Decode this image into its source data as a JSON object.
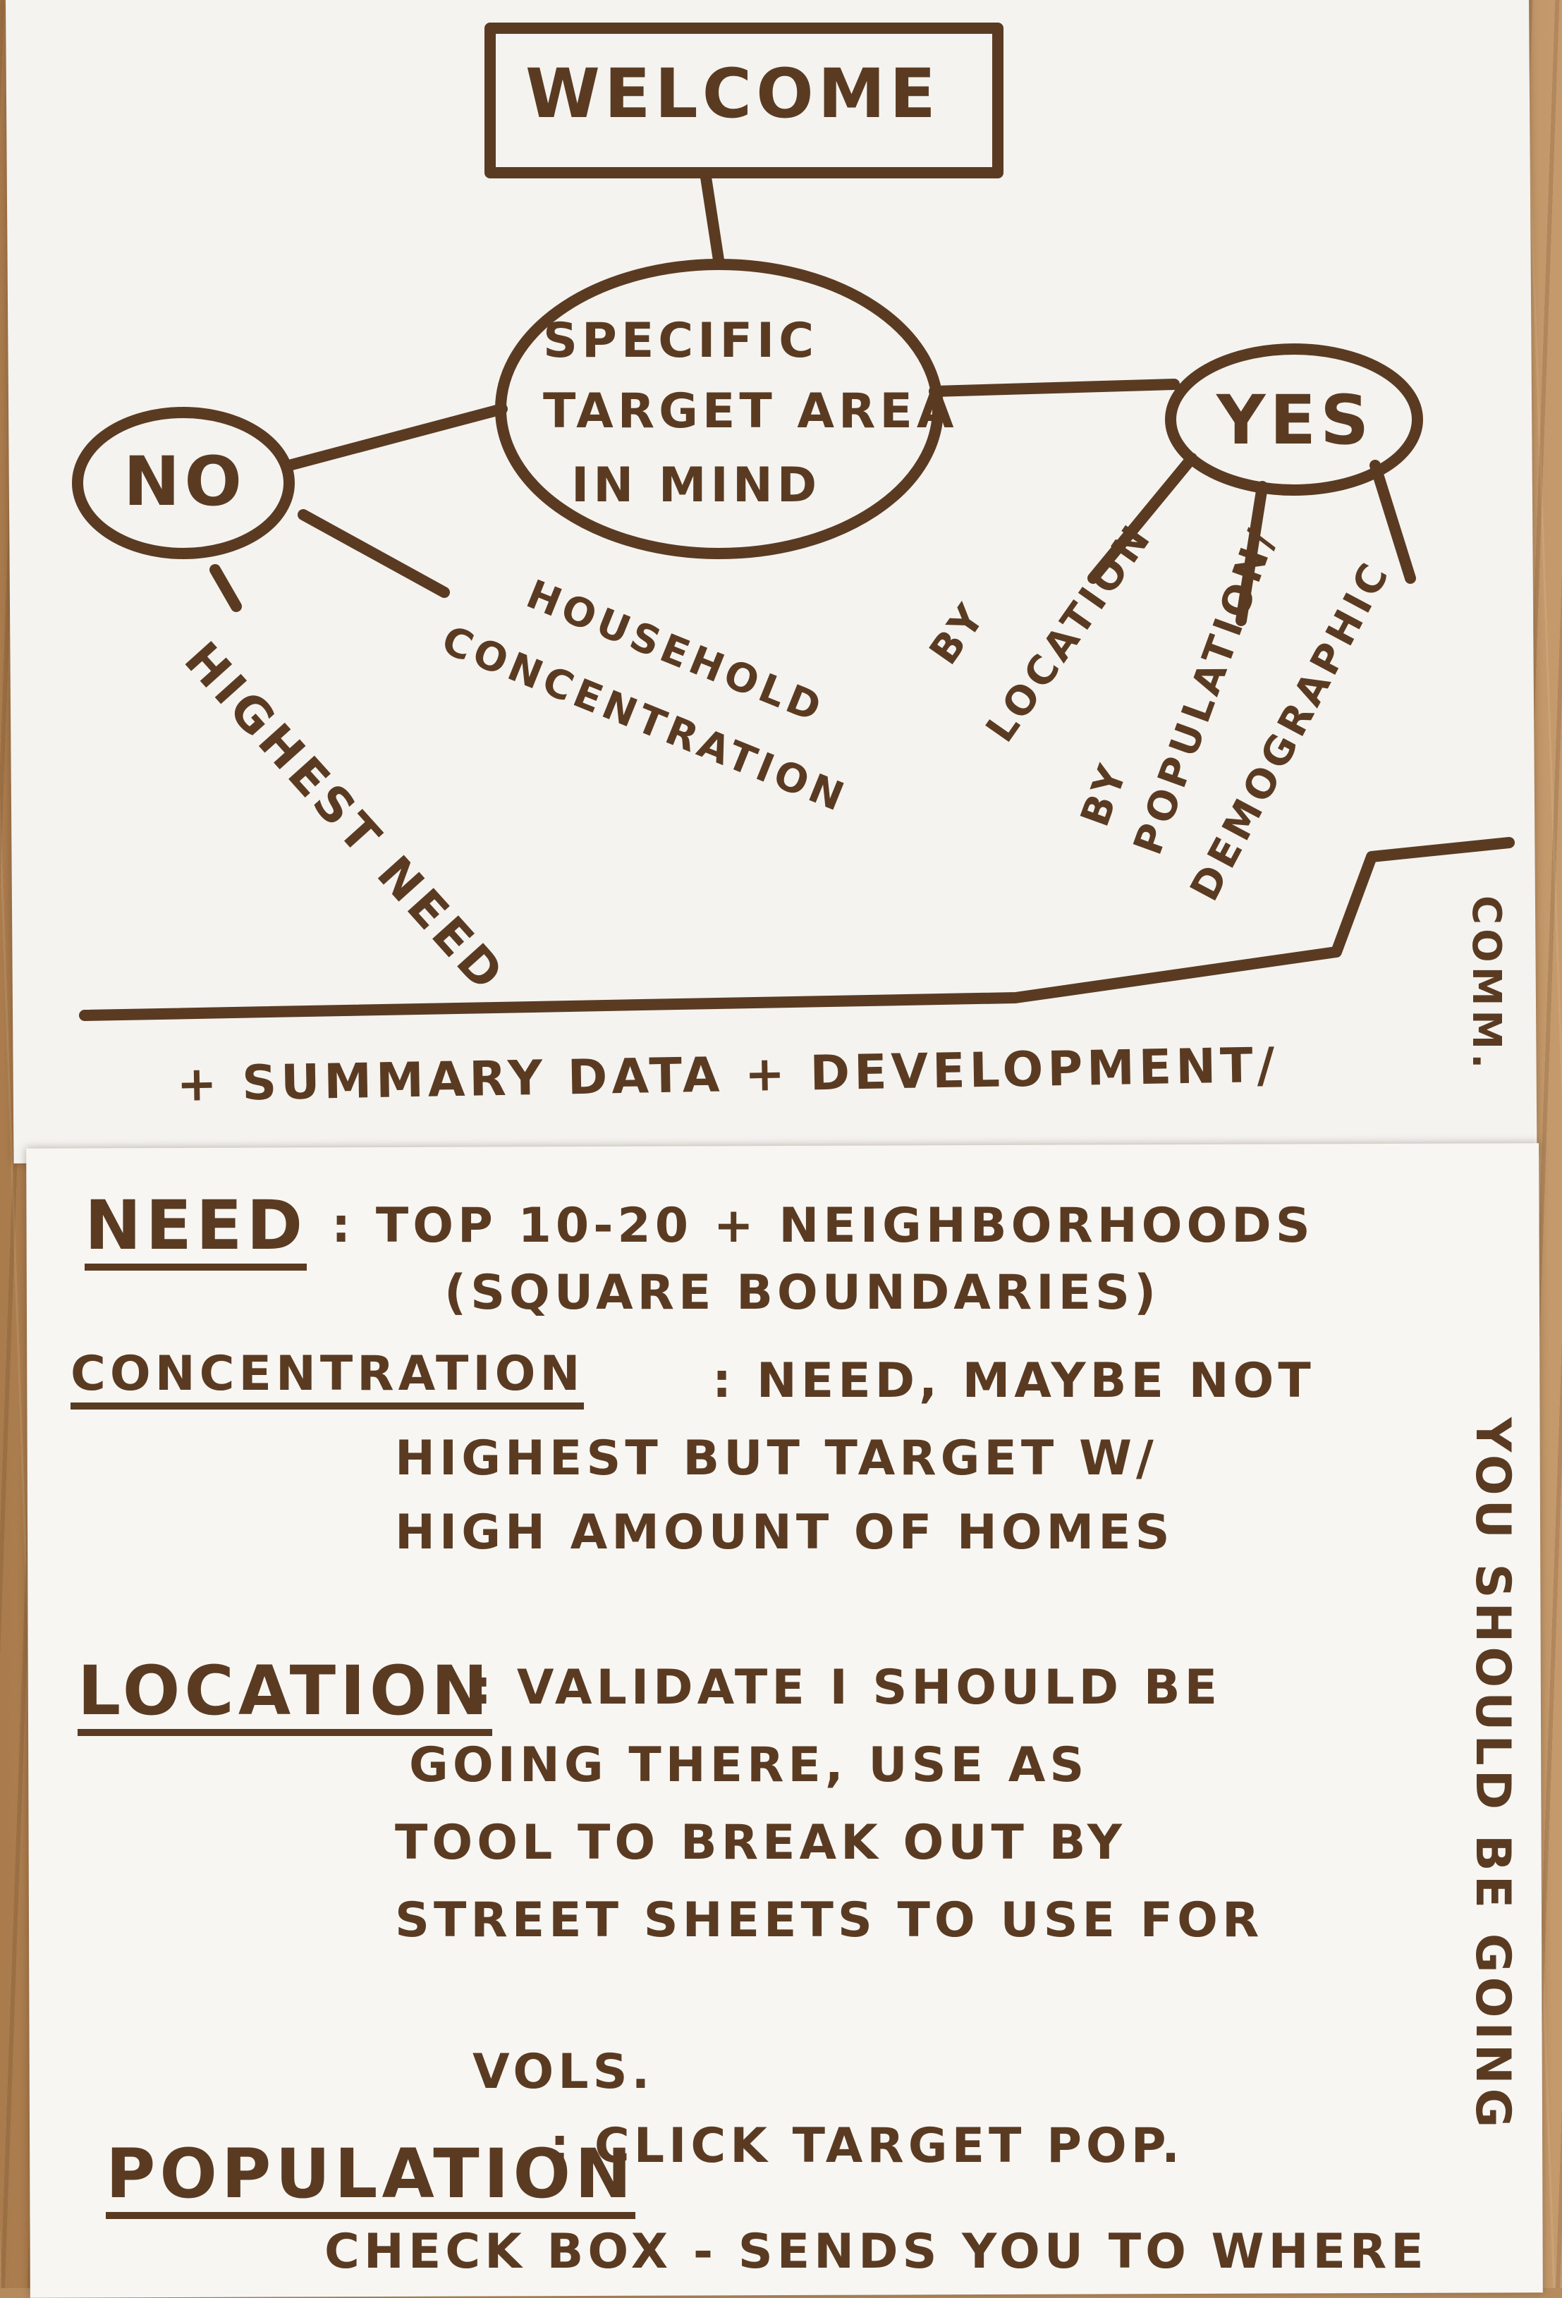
{
  "ink_color": "#5a3b22",
  "paper_color": "#f4f3f0",
  "flowchart": {
    "welcome": "WELCOME",
    "question": [
      "SPECIFIC",
      "TARGET AREA",
      "IN MIND"
    ],
    "no": "NO",
    "yes": "YES",
    "no_branches": {
      "highest_need": "HIGHEST NEED",
      "household_1": "HOUSEHOLD",
      "household_2": "CONCENTRATION"
    },
    "yes_branches": {
      "location_1": "BY",
      "location_2": "LOCATION",
      "population_1": "BY",
      "population_2": "POPULATION/",
      "population_3": "DEMOGRAPHIC"
    }
  },
  "summary_line": "+ SUMMARY DATA + DEVELOPMENT/",
  "comm_text": "COMM.",
  "notes": {
    "need_label": "NEED",
    "need_line1": ": TOP 10-20 + NEIGHBORHOODS",
    "need_line2": "(SQUARE BOUNDARIES)",
    "concentration_label": "CONCENTRATION",
    "concentration_line1": ": NEED, MAYBE NOT",
    "concentration_line2": "HIGHEST BUT TARGET W/",
    "concentration_line3": "HIGH AMOUNT OF HOMES",
    "location_label": "LOCATION",
    "location_line1": ": VALIDATE I SHOULD BE",
    "location_line2": "GOING THERE, USE AS",
    "location_line3": "TOOL TO BREAK OUT BY",
    "location_line4": "STREET SHEETS TO USE FOR",
    "location_line5": "VOLS.",
    "population_label": "POPULATION",
    "population_line1": ": CLICK TARGET POP.",
    "population_line2": "CHECK BOX - SENDS YOU TO WHERE",
    "side_note": "YOU SHOULD BE GOING"
  }
}
